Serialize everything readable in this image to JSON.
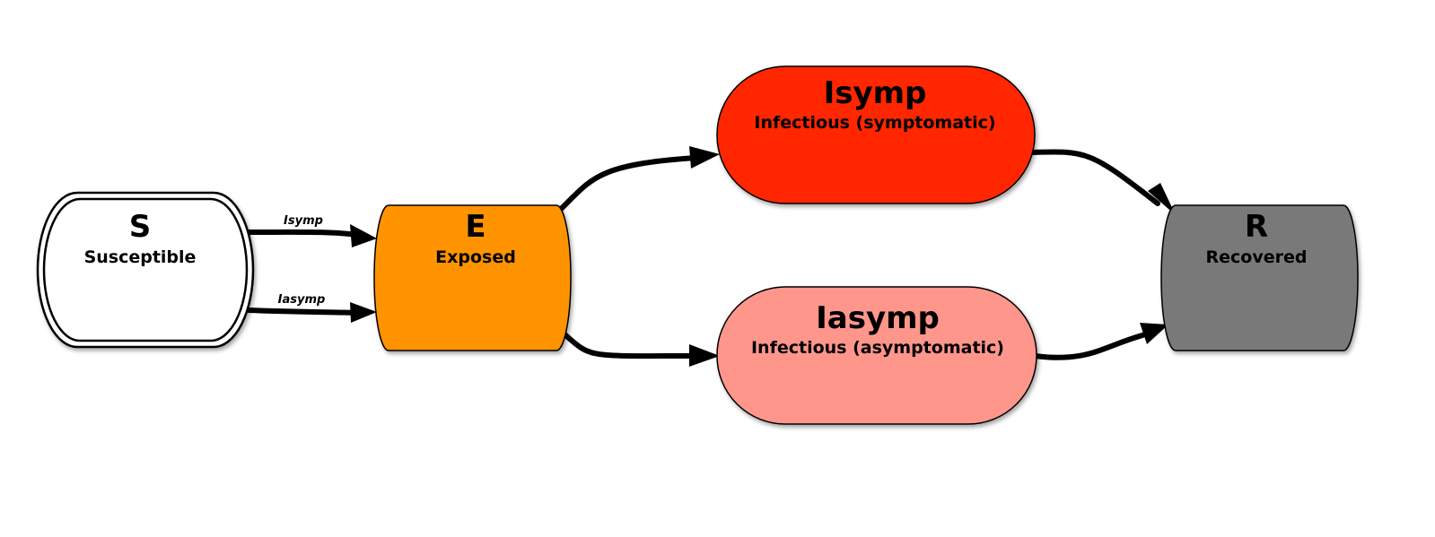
{
  "nodes": {
    "S": {
      "title": "S",
      "subtitle": "Susceptible",
      "fill": "#ffffff"
    },
    "E": {
      "title": "E",
      "subtitle": "Exposed",
      "fill": "#ff9300"
    },
    "Isymp": {
      "title": "Isymp",
      "subtitle": "Infectious (symptomatic)",
      "fill": "#ff2600"
    },
    "Iasymp": {
      "title": "Iasymp",
      "subtitle": "Infectious (asymptomatic)",
      "fill": "#ff968c"
    },
    "R": {
      "title": "R",
      "subtitle": "Recovered",
      "fill": "#797979"
    }
  },
  "edges": {
    "s_to_e_symp": {
      "label": "Isymp"
    },
    "s_to_e_asymp": {
      "label": "Iasymp"
    }
  }
}
